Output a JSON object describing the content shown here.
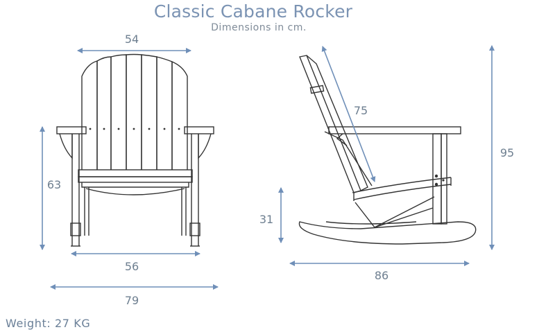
{
  "title": "Classic Cabane Rocker",
  "subtitle": "Dimensions in cm.",
  "weight": "Weight: 27 KG",
  "dimensions": {
    "front_top_width": "54",
    "front_height": "63",
    "front_seat_width": "56",
    "front_overall_width": "79",
    "side_back_length": "75",
    "side_overall_height": "95",
    "side_seat_height": "31",
    "side_depth": "86"
  },
  "colors": {
    "title": "#7b93b3",
    "dimension_line": "#6f8fb8",
    "drawing": "#333333"
  }
}
